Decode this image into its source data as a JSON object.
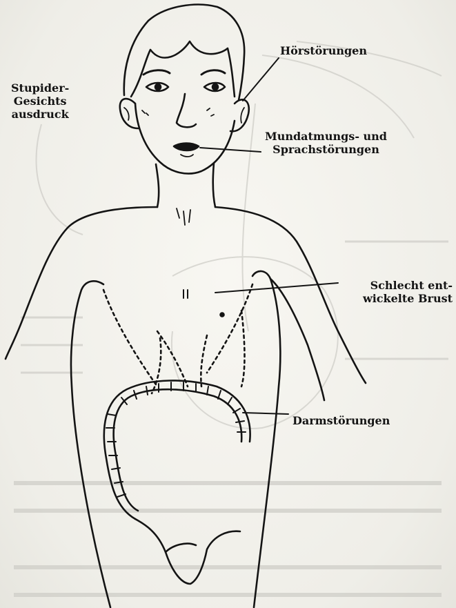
{
  "labels": {
    "stupid_face": [
      "Stupider-",
      "Gesichts",
      "ausdruck"
    ],
    "hearing": "Hörstörungen",
    "mouth_breathing": [
      "Mundatmungs- und",
      "Sprachstörungen"
    ],
    "chest": [
      "Schlecht ent-",
      "wickelte Brust"
    ],
    "intestine": "Darmstörungen"
  },
  "colors": {
    "ink": "#141414",
    "paper": "#f4f3ee",
    "bleed": "#c9c8c2"
  }
}
